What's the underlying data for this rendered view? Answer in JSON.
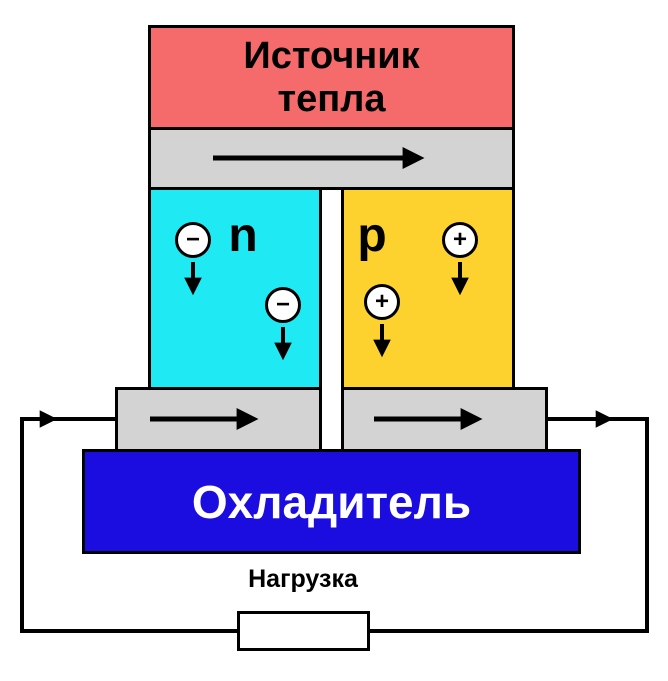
{
  "diagram": {
    "heat_source": {
      "line1": "Источник",
      "line2": "тепла"
    },
    "semiconductors": {
      "n_label": "n",
      "p_label": "p"
    },
    "charges": {
      "electron_symbol": "−",
      "hole_symbol": "+"
    },
    "cooler": {
      "label": "Охладитель"
    },
    "load": {
      "label": "Нагрузка"
    },
    "colors": {
      "heat_source": "#f56a6a",
      "conductor": "#d3d3d3",
      "n_type": "#1fe9f2",
      "p_type": "#fdd22e",
      "cooler": "#1b0de0",
      "wire": "#000000",
      "background": "#ffffff"
    }
  }
}
